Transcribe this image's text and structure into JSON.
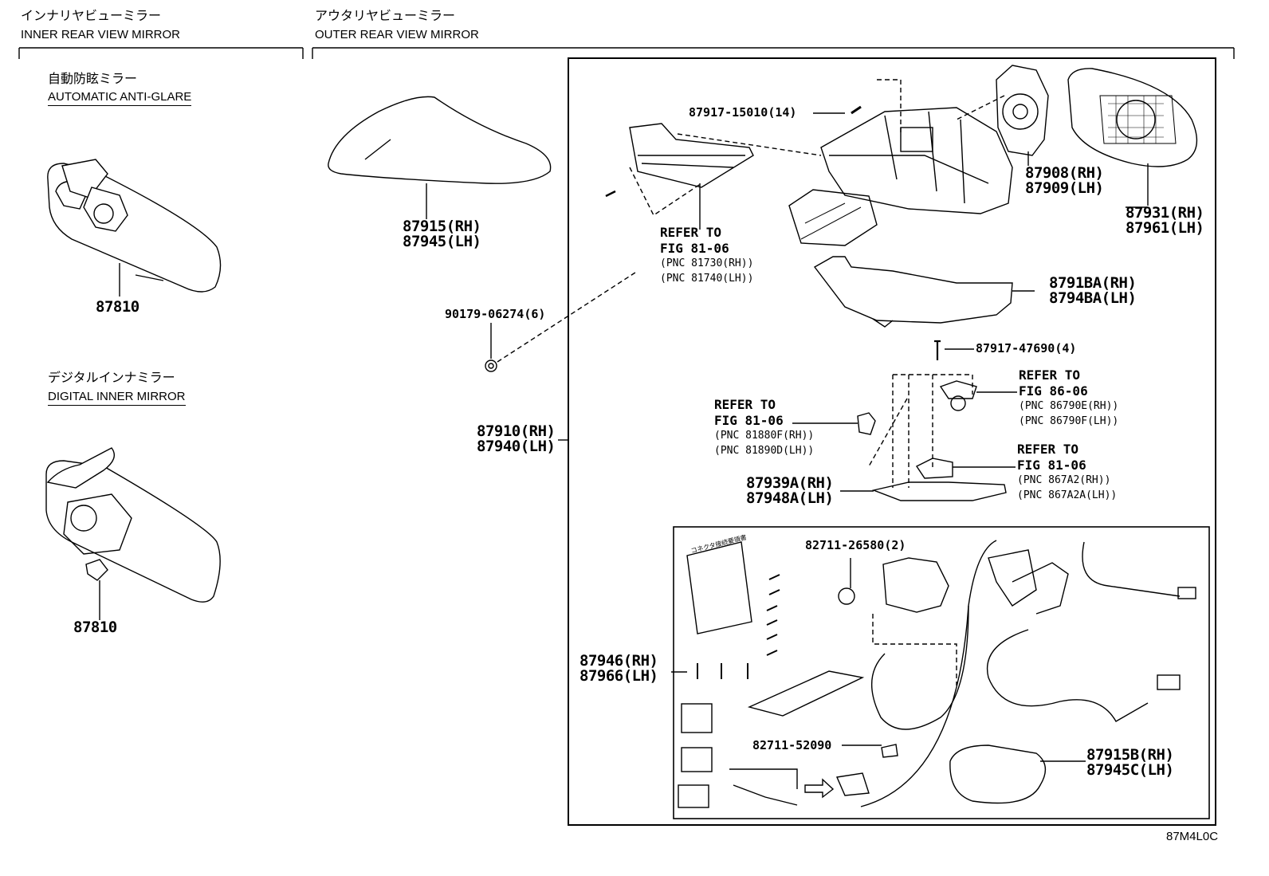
{
  "sections": {
    "inner": {
      "jp": "インナリヤビューミラー",
      "en": "INNER REAR VIEW MIRROR"
    },
    "outer": {
      "jp": "アウタリヤビューミラー",
      "en": "OUTER REAR VIEW MIRROR"
    }
  },
  "subsections": {
    "auto_anti_glare": {
      "jp": "自動防眩ミラー",
      "en": "AUTOMATIC ANTI-GLARE"
    },
    "digital_inner": {
      "jp": "デジタルインナミラー",
      "en": "DIGITAL INNER MIRROR"
    }
  },
  "parts": {
    "p87810_a": "87810",
    "p87810_b": "87810",
    "p87915": [
      "87915(RH)",
      "87945(LH)"
    ],
    "p90179": "90179-06274(6)",
    "p87910": [
      "87910(RH)",
      "87940(LH)"
    ],
    "p87917_15010": "87917-15010(14)",
    "p87908": [
      "87908(RH)",
      "87909(LH)"
    ],
    "p87931": [
      "87931(RH)",
      "87961(LH)"
    ],
    "p8791BA": [
      "8791BA(RH)",
      "8794BA(LH)"
    ],
    "p87917_47690": "87917-47690(4)",
    "p87939A": [
      "87939A(RH)",
      "87948A(LH)"
    ],
    "p82711_26580": "82711-26580(2)",
    "p87946": [
      "87946(RH)",
      "87966(LH)"
    ],
    "p82711_52090": "82711-52090",
    "p87915B": [
      "87915B(RH)",
      "87945C(LH)"
    ]
  },
  "refs": {
    "r1": {
      "refer": "REFER TO",
      "fig": "FIG 81-06",
      "pnc": [
        "(PNC 81730(RH))",
        "(PNC 81740(LH))"
      ]
    },
    "r2": {
      "refer": "REFER TO",
      "fig": "FIG 86-06",
      "pnc": [
        "(PNC 86790E(RH))",
        "(PNC 86790F(LH))"
      ]
    },
    "r3": {
      "refer": "REFER TO",
      "fig": "FIG 81-06",
      "pnc": [
        "(PNC 81880F(RH))",
        "(PNC 81890D(LH))"
      ]
    },
    "r4": {
      "refer": "REFER TO",
      "fig": "FIG 81-06",
      "pnc": [
        "(PNC 867A2(RH))",
        "(PNC 867A2A(LH))"
      ]
    }
  },
  "manual_text": "コネクタ接続要領書",
  "illustration_code": "87M4L0C"
}
